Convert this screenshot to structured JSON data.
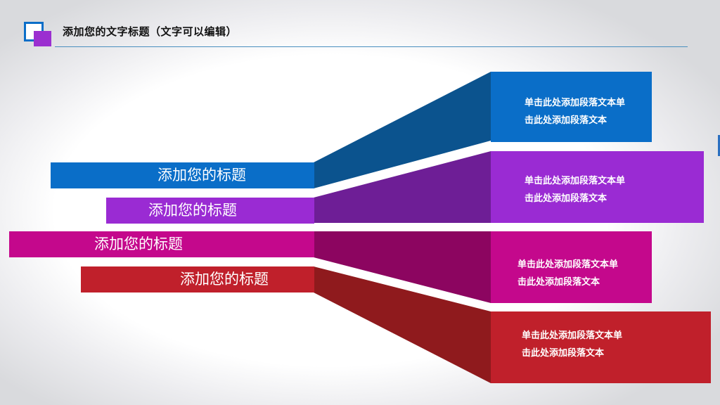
{
  "header": {
    "title": "添加您的文字标题（文字可以编辑）"
  },
  "colors": {
    "blue": "#0a6ec8",
    "purple": "#9a2bd3",
    "magenta": "#c4088c",
    "red": "#c0202b"
  },
  "rows": [
    {
      "title": "添加您的标题",
      "text_line1": "单击此处添加段落文本单",
      "text_line2": "击此处添加段落文本"
    },
    {
      "title": "添加您的标题",
      "text_line1": "单击此处添加段落文本单",
      "text_line2": "击此处添加段落文本"
    },
    {
      "title": "添加您的标题",
      "text_line1": "单击此处添加段落文本单",
      "text_line2": "击此处添加段落文本"
    },
    {
      "title": "添加您的标题",
      "text_line1": "单击此处添加段落文本单",
      "text_line2": "击此处添加段落文本"
    }
  ]
}
